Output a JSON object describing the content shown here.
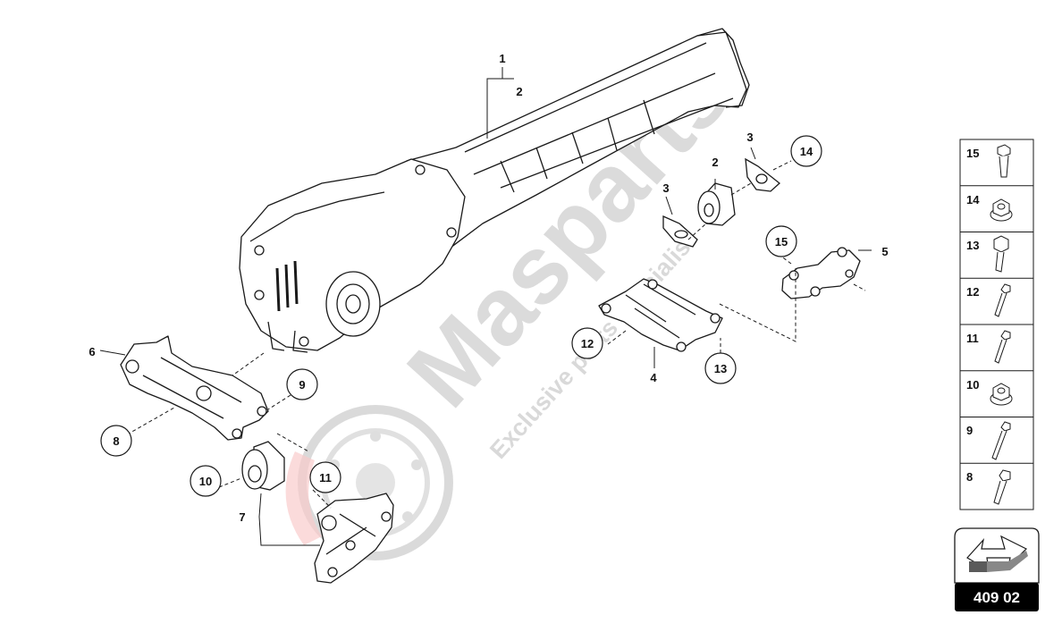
{
  "watermark": {
    "brand": "Masparts",
    "tagline": "Exclusive parts specialist"
  },
  "callouts": [
    {
      "id": "c1",
      "num": "1"
    },
    {
      "id": "c2a",
      "num": "2"
    },
    {
      "id": "c2b",
      "num": "2"
    },
    {
      "id": "c3a",
      "num": "3"
    },
    {
      "id": "c3b",
      "num": "3"
    },
    {
      "id": "c4",
      "num": "4"
    },
    {
      "id": "c5",
      "num": "5"
    },
    {
      "id": "c6",
      "num": "6"
    },
    {
      "id": "c7",
      "num": "7"
    },
    {
      "id": "c8",
      "num": "8"
    },
    {
      "id": "c9",
      "num": "9"
    },
    {
      "id": "c10",
      "num": "10"
    },
    {
      "id": "c11",
      "num": "11"
    },
    {
      "id": "c12",
      "num": "12"
    },
    {
      "id": "c13",
      "num": "13"
    },
    {
      "id": "c14",
      "num": "14"
    },
    {
      "id": "c15",
      "num": "15"
    }
  ],
  "legend": [
    {
      "num": "15",
      "icon": "bolt-flange-icon"
    },
    {
      "num": "14",
      "icon": "flange-nut-icon"
    },
    {
      "num": "13",
      "icon": "hex-bolt-icon"
    },
    {
      "num": "12",
      "icon": "bolt-icon"
    },
    {
      "num": "11",
      "icon": "bolt-icon"
    },
    {
      "num": "10",
      "icon": "flange-nut-icon"
    },
    {
      "num": "9",
      "icon": "long-bolt-icon"
    },
    {
      "num": "8",
      "icon": "bolt-icon"
    }
  ],
  "diagram_ref": "409 02",
  "colors": {
    "line": "#1a1a1a",
    "watermark": "#c9c9c9",
    "accent": "#f08a8a",
    "ref_bg": "#000000"
  }
}
